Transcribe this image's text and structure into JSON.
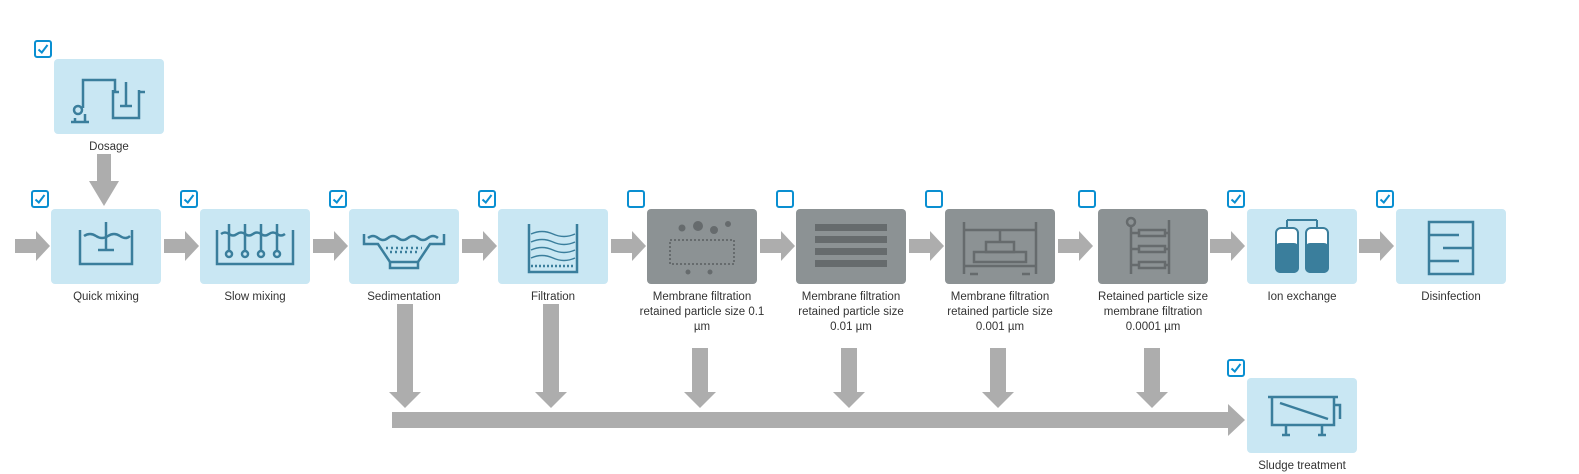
{
  "steps": {
    "dosage": {
      "label": "Dosage",
      "checked": true
    },
    "quick_mixing": {
      "label": "Quick mixing",
      "checked": true
    },
    "slow_mixing": {
      "label": "Slow mixing",
      "checked": true
    },
    "sedimentation": {
      "label": "Sedimentation",
      "checked": true
    },
    "filtration": {
      "label": "Filtration",
      "checked": true
    },
    "mf_01": {
      "label": "Membrane filtration retained particle size 0.1 µm",
      "checked": false
    },
    "mf_001": {
      "label": "Membrane filtration retained particle size 0.01 µm",
      "checked": false
    },
    "mf_0001": {
      "label": "Membrane filtration retained particle size 0.001 µm",
      "checked": false
    },
    "mf_00001": {
      "label": "Retained particle size membrane filtration 0.0001 µm",
      "checked": false
    },
    "ion_exchange": {
      "label": "Ion exchange",
      "checked": true
    },
    "disinfection": {
      "label": "Disinfection",
      "checked": true
    },
    "sludge": {
      "label": "Sludge treatment",
      "checked": true
    }
  },
  "colors": {
    "active_tile": "#c9e7f3",
    "inactive_tile": "#8c9294",
    "icon": "#3a7e9c",
    "checkbox": "#0a8fd1",
    "arrow": "#adadad"
  }
}
